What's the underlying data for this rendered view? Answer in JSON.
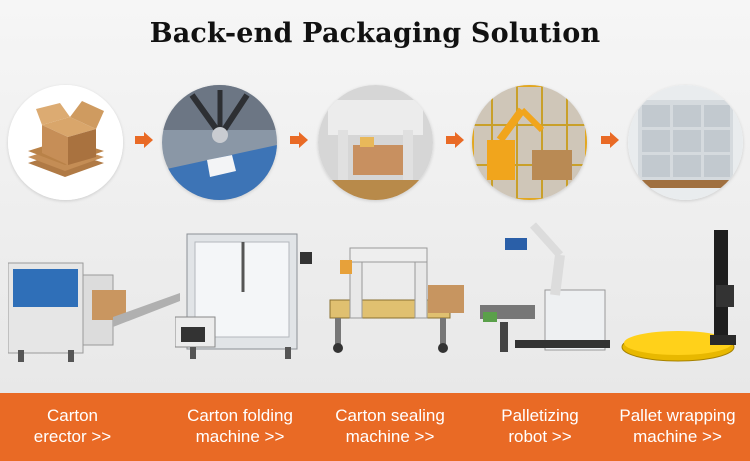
{
  "title": "Back-end Packaging Solution",
  "colors": {
    "accent": "#e96a25",
    "title": "#111111"
  },
  "steps": [
    {
      "line1": "Carton",
      "line2": "erector >>"
    },
    {
      "line1": "Carton folding",
      "line2": "machine >>"
    },
    {
      "line1": "Carton sealing",
      "line2": "machine >>"
    },
    {
      "line1": "Palletizing",
      "line2": "robot >>"
    },
    {
      "line1": "Pallet wrapping",
      "line2": "machine >>"
    }
  ],
  "icons": [
    "cardboard-box-icon",
    "arrow-right-icon"
  ]
}
